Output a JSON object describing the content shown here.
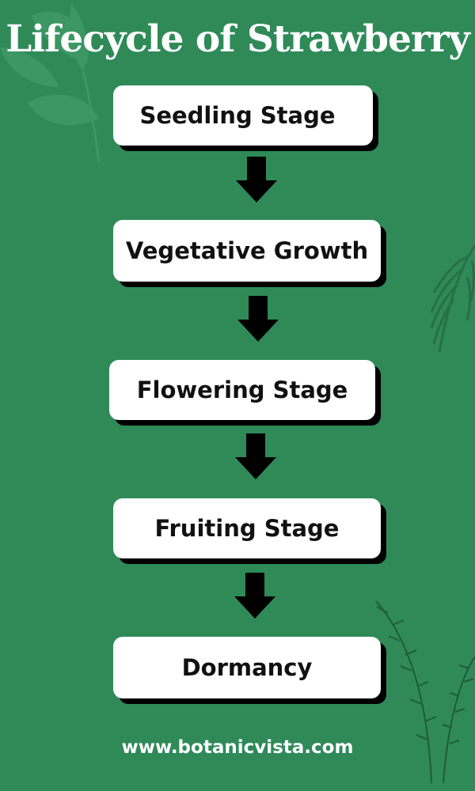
{
  "title": "Lifecycle of Strawberry",
  "stages": [
    {
      "label": "Seedling Stage"
    },
    {
      "label": "Vegetative Growth"
    },
    {
      "label": "Flowering Stage"
    },
    {
      "label": "Fruiting Stage"
    },
    {
      "label": "Dormancy"
    }
  ],
  "footer": "www.botanicvista.com",
  "colors": {
    "background": "#2f8a58",
    "box": "#ffffff",
    "shadow": "#000000",
    "arrow": "#000000",
    "leaf": "#3f9a68"
  }
}
